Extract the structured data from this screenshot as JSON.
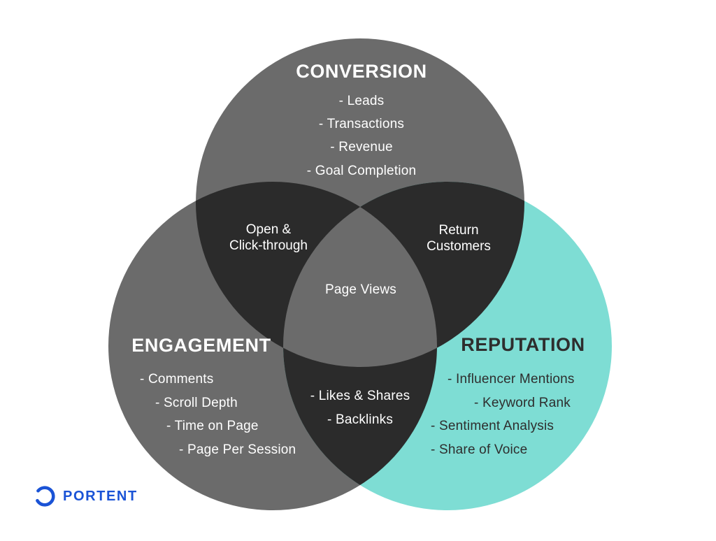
{
  "diagram": {
    "colors": {
      "circle_gray": "#6b6b6b",
      "overlap_dark": "#2b2b2b",
      "circle_teal": "#7eddd4",
      "center_gray": "#6b6b6b",
      "text_light": "#ffffff",
      "text_dark": "#2e2e2e"
    },
    "conversion": {
      "title": "CONVERSION",
      "items": [
        "- Leads",
        "- Transactions",
        "- Revenue",
        "- Goal Completion"
      ]
    },
    "engagement": {
      "title": "ENGAGEMENT",
      "items": [
        "- Comments",
        "- Scroll Depth",
        "- Time on Page",
        "- Page Per Session"
      ]
    },
    "reputation": {
      "title": "REPUTATION",
      "items": [
        "- Influencer Mentions",
        "- Keyword Rank",
        "- Sentiment Analysis",
        "- Share of Voice"
      ]
    },
    "overlap_conversion_engagement": {
      "lines": [
        "Open &",
        "Click-through"
      ]
    },
    "overlap_conversion_reputation": {
      "lines": [
        "Return",
        "Customers"
      ]
    },
    "overlap_engagement_reputation": {
      "items": [
        "- Likes & Shares",
        "- Backlinks"
      ]
    },
    "overlap_center": {
      "label": "Page Views"
    }
  },
  "logo": {
    "wordmark": "PORTENT",
    "color": "#1a53d6"
  }
}
